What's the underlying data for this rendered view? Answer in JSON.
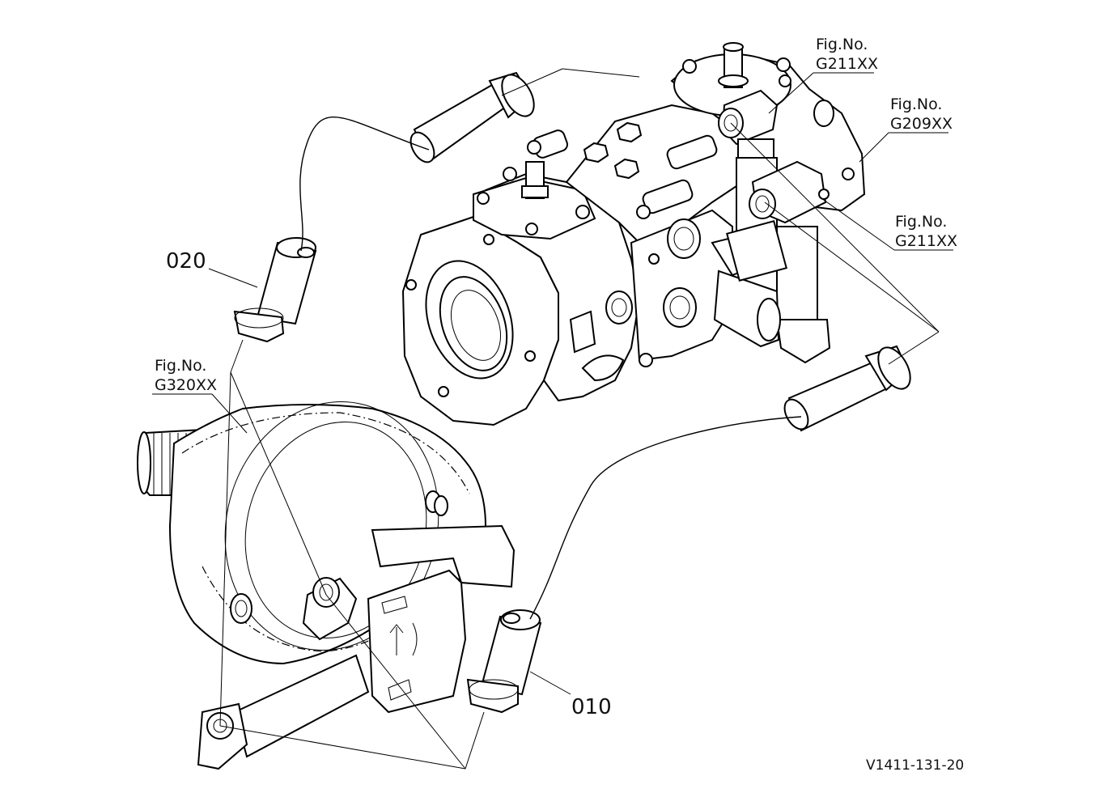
{
  "labels": {
    "fig_g211_top_a": "Fig.No.",
    "fig_g211_top_b": "G211XX",
    "fig_g209_a": "Fig.No.",
    "fig_g209_b": "G209XX",
    "fig_g211_right_a": "Fig.No.",
    "fig_g211_right_b": "G211XX",
    "fig_g320_a": "Fig.No.",
    "fig_g320_b": "G320XX",
    "part_020": "020",
    "part_010": "010",
    "drawing_code": "V1411-131-20"
  }
}
